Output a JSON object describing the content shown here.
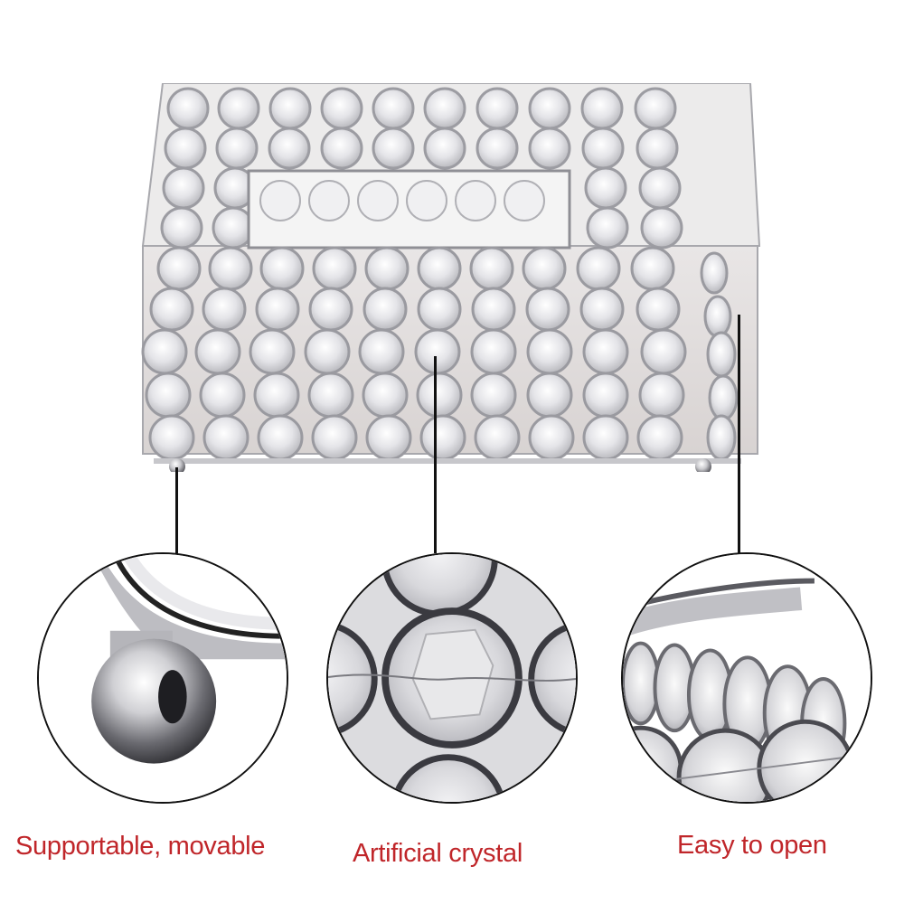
{
  "product": {
    "name": "crystal tissue box",
    "finish_color": "#c9c9cc",
    "crystal_grid": {
      "top_rows": 4,
      "front_rows": 5,
      "columns": 10
    }
  },
  "callouts": [
    {
      "id": "feet",
      "label": "Supportable, movable",
      "detail": "ball-foot"
    },
    {
      "id": "crystal",
      "label": "Artificial crystal",
      "detail": "crystal-closeup"
    },
    {
      "id": "lid",
      "label": "Easy to open",
      "detail": "open-lid"
    }
  ],
  "colors": {
    "label_red": "#c0262a",
    "outline": "#111111",
    "background": "#ffffff"
  }
}
